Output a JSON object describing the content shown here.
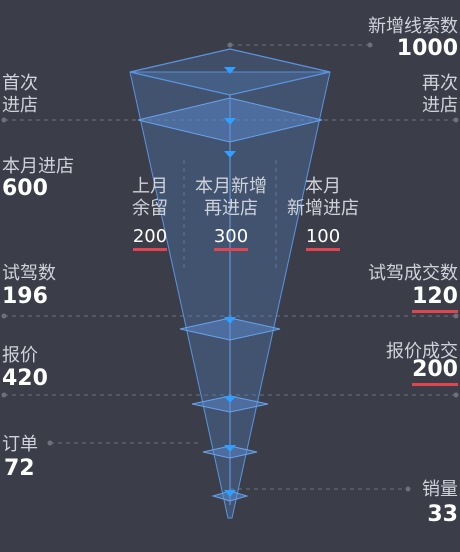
{
  "funnel": {
    "new_leads": {
      "label": "新增线索数",
      "value": "1000"
    },
    "first_visit": {
      "label_line1": "首次",
      "label_line2": "进店"
    },
    "revisit": {
      "label_line1": "再次",
      "label_line2": "进店"
    },
    "month_visits": {
      "label": "本月进店",
      "value": "600"
    },
    "breakdown": [
      {
        "label_line1": "上月",
        "label_line2": "余留",
        "value": "200"
      },
      {
        "label_line1": "本月新增",
        "label_line2": "再进店",
        "value": "300"
      },
      {
        "label_line1": "本月",
        "label_line2": "新增进店",
        "value": "100"
      }
    ],
    "test_drive": {
      "label": "试驾数",
      "value": "196"
    },
    "test_drive_deal": {
      "label": "试驾成交数",
      "value": "120"
    },
    "quote": {
      "label": "报价",
      "value": "420"
    },
    "quote_deal": {
      "label": "报价成交",
      "value": "200"
    },
    "orders": {
      "label": "订单",
      "value": "72"
    },
    "sales": {
      "label": "销量",
      "value": "33"
    }
  },
  "colors": {
    "background": "#3b3e48",
    "funnel_fill": "#4f7fc4",
    "funnel_stroke": "#5b94e0",
    "marker": "#2fa0ff",
    "underline": "#e04550"
  }
}
